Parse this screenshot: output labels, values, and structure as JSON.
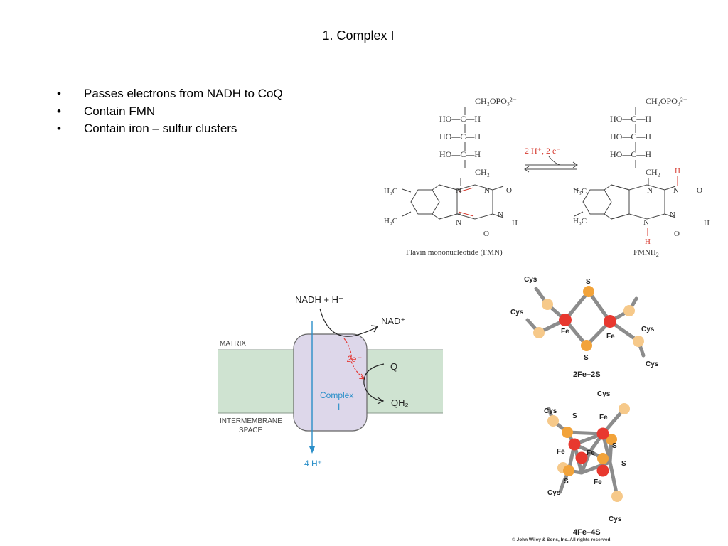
{
  "slide": {
    "title": "1.  Complex I",
    "bullet_symbol": "•",
    "bullets": [
      "Passes electrons from NADH to CoQ",
      "Contain FMN",
      "Contain iron – sulfur clusters"
    ]
  },
  "fmn_figure": {
    "left_caption": "Flavin mononucleotide (FMN)",
    "right_caption": "FMNH",
    "right_caption_sub": "2",
    "reaction_label": "2 H⁺, 2 e⁻",
    "chain": {
      "top": "CH₂OPO₃²⁻",
      "rows": [
        "HO—C—H",
        "HO—C—H",
        "HO—C—H"
      ],
      "bottom": "CH₂"
    },
    "methyl_label": "H₃C",
    "atoms": {
      "n": "N",
      "o": "O",
      "h": "H"
    },
    "highlight_color": "#d63a2f"
  },
  "complex_figure": {
    "nadh": "NADH + H⁺",
    "nad": "NAD⁺",
    "matrix": "MATRIX",
    "intermembrane": [
      "INTERMEMBRANE",
      "SPACE"
    ],
    "electrons": "2e⁻",
    "q": "Q",
    "qh2": "QH₂",
    "complex_label": [
      "Complex",
      "I"
    ],
    "protons": "4 H⁺",
    "membrane_color": "#cfe3d1",
    "complex_color": "#ddd7ea",
    "accent_blue": "#2a8fc9",
    "accent_red": "#e53935"
  },
  "clusters": {
    "fe2s2_label": "2Fe–2S",
    "fe4s4_label": "4Fe–4S",
    "cys": "Cys",
    "s": "S",
    "fe": "Fe",
    "copyright": "© John Wiley & Sons, Inc. All rights reserved.",
    "fe_color": "#e8382f",
    "s_color": "#f2a33a",
    "cys_color": "#f6c98a"
  }
}
